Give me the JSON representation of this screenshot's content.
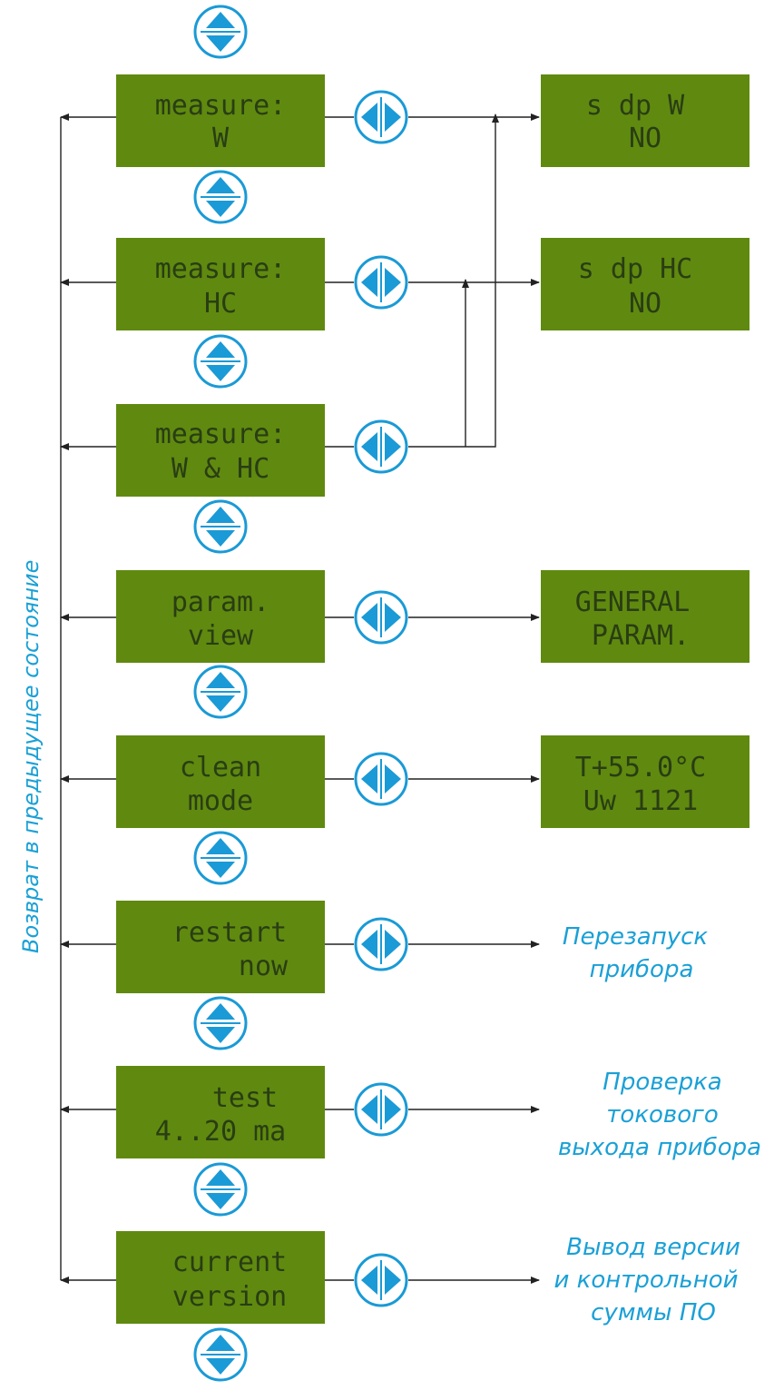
{
  "side_label": "Возврат в предыдущее состояние",
  "colors": {
    "lcd_fill": "#5f8a0f",
    "lcd_text": "#2a3d14",
    "button_blue": "#1a9ad6",
    "note_blue": "#1aa0d6",
    "wire": "#222222"
  },
  "menu": [
    {
      "line1": "measure:",
      "line2": "W"
    },
    {
      "line1": "measure:",
      "line2": "HC"
    },
    {
      "line1": "measure:",
      "line2": "W & HC"
    },
    {
      "line1": "param.",
      "line2": "view"
    },
    {
      "line1": "clean",
      "line2": "mode"
    },
    {
      "line1": "restart",
      "line2": "now"
    },
    {
      "line1": "test",
      "line2": "4..20 ma"
    },
    {
      "line1": "current",
      "line2": "version"
    }
  ],
  "results": [
    {
      "line1": "s dp  W",
      "line2": "NO"
    },
    {
      "line1": "s dp HC",
      "line2": "NO"
    },
    {
      "line1": "GENERAL",
      "line2": "PARAM."
    },
    {
      "line1": "T+55.0°C",
      "line2": "Uw   1121"
    }
  ],
  "notes": {
    "restart": [
      "Перезапуск",
      "прибора"
    ],
    "test": [
      "Проверка",
      "токового",
      "выхода прибора"
    ],
    "version": [
      "Вывод версии",
      "и контрольной",
      "суммы ПО"
    ]
  },
  "icons": {
    "up_down": "up-down-arrow-button-icon",
    "left_right": "left-right-arrow-button-icon"
  }
}
